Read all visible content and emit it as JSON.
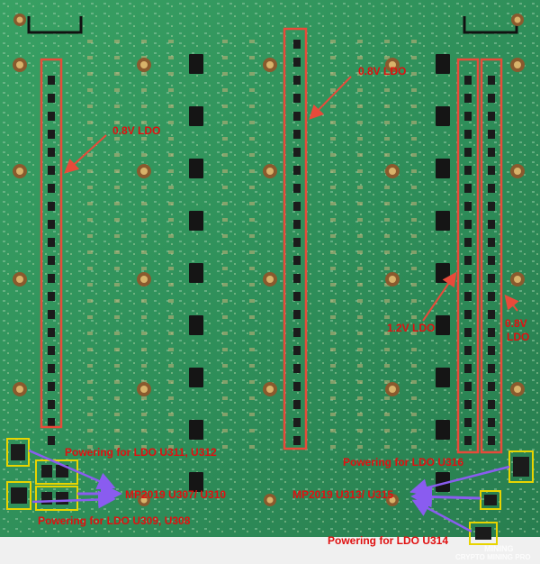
{
  "colors": {
    "board": "#2f8f5a",
    "board_dark": "#1f6b40",
    "trace": "#3aa36a",
    "pad": "#c9b27a",
    "hole_ring": "#8a5a2e",
    "hole_center": "#d8b36a",
    "chip": "#1b1b1b",
    "highlight_red": "#e84a3a",
    "highlight_yellow": "#e8d400",
    "arrow_purple": "#8a5cf0",
    "label_red": "#e01010"
  },
  "annotations": {
    "ldo_left": "0.8V LDO",
    "ldo_center": "0.8V LDO",
    "ldo_right_a": "1.2V LDO",
    "ldo_right_b_line1": "0.8V",
    "ldo_right_b_line2": "LDO",
    "powering_u311_u312": "Powering for LDO U311, U312",
    "mp2019_u307_u310": "MP2019 U307/ U310",
    "powering_u309_u308": "Powering for LDO U309, U308",
    "powering_u316": "Powering for LDO U316",
    "mp2019_u313_u315": "MP2019 U313/ U315",
    "powering_u314": "Powering for LDO U314"
  },
  "watermark": {
    "line1": "MINING",
    "line2": "CRYPTO MINING PRO"
  }
}
